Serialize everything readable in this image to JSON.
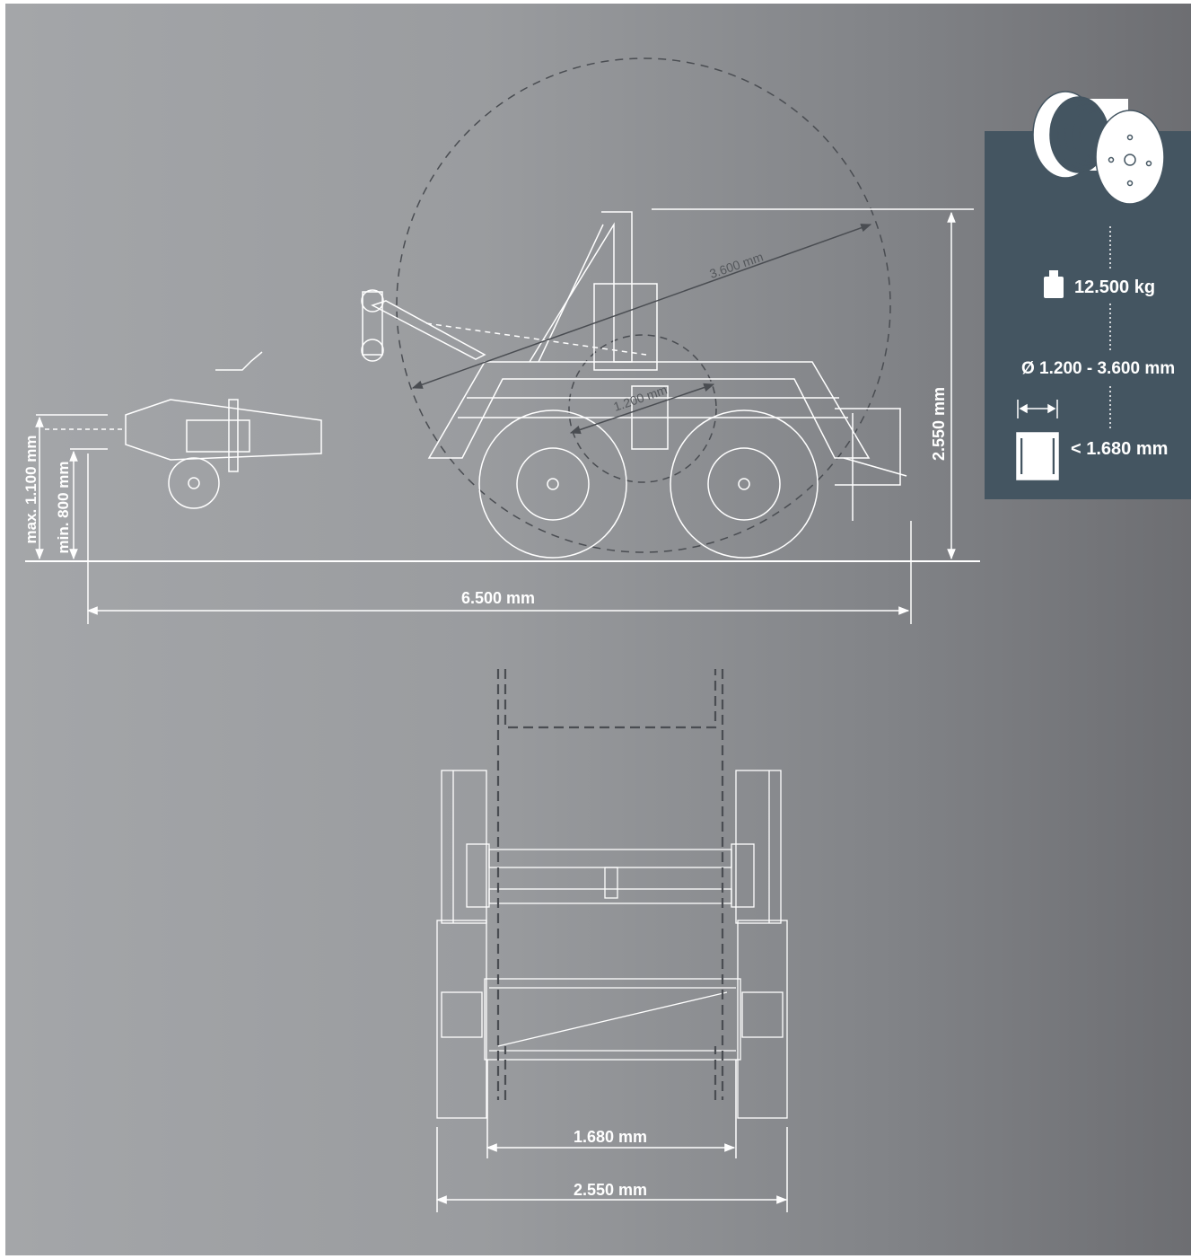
{
  "colors": {
    "panel_bg": "#445561",
    "line": "#ffffff",
    "dashed": "#4a4d52",
    "text": "#ffffff"
  },
  "side_view": {
    "height_total": "2.550 mm",
    "length_total": "6.500 mm",
    "drum_max_diameter": "3.600 mm",
    "drum_min_diameter": "1.200 mm",
    "hitch_max_height": "max. 1.100 mm",
    "hitch_min_height": "min. 800 mm"
  },
  "top_view": {
    "inner_width": "1.680 mm",
    "outer_width": "2.550 mm"
  },
  "spec_panel": {
    "drum_icon": "cable-drum-icon",
    "weight_icon": "weight-icon",
    "width_icon": "drum-width-icon",
    "max_load": "12.500 kg",
    "diameter_range": "Ø 1.200 - 3.600 mm",
    "max_drum_width": "< 1.680 mm"
  }
}
